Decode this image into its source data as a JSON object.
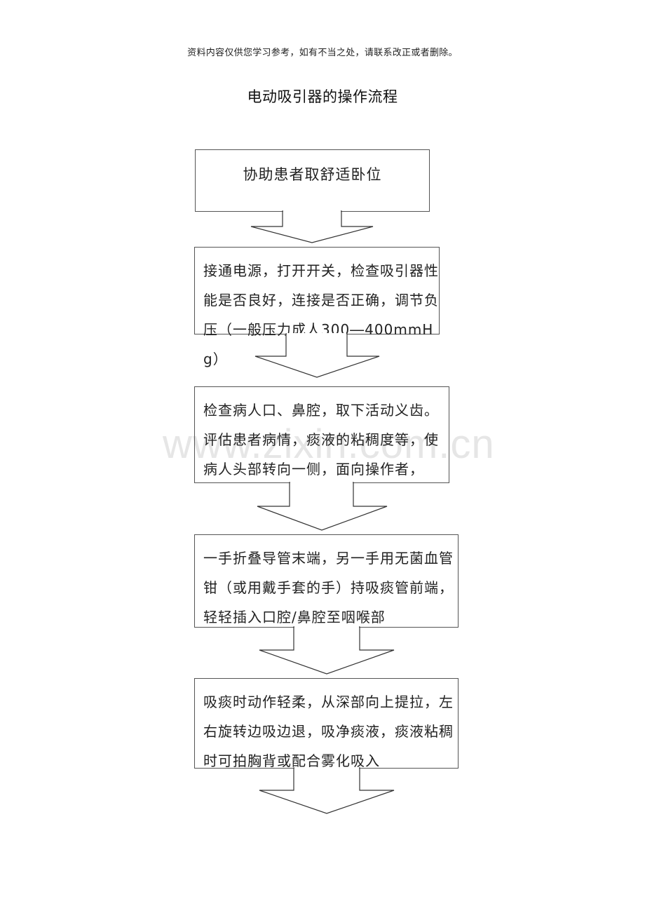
{
  "header": {
    "notice": "资料内容仅供您学习参考，如有不当之处，请联系改正或者删除。",
    "title": "电动吸引器的操作流程"
  },
  "watermark": "www.zixin.com.cn",
  "flow": {
    "steps": [
      {
        "text": "协助患者取舒适卧位"
      },
      {
        "text": "接通电源，打开开关，检查吸引器性能是否良好，连接是否正确，调节负压（一般压力成人300―400mmHg）"
      },
      {
        "text": "检查病人口、鼻腔，取下活动义齿。评估患者病情，痰液的粘稠度等，使病人头部转向一侧，面向操作者，"
      },
      {
        "text": "一手折叠导管末端，另一手用无菌血管钳（或用戴手套的手）持吸痰管前端，轻轻插入口腔/鼻腔至咽喉部"
      },
      {
        "text": "吸痰时动作轻柔，从深部向上提拉，左右旋转边吸边退，吸净痰液，痰液粘稠时可拍胸背或配合雾化吸入"
      }
    ],
    "arrow_icon": "down-block-arrow-icon"
  },
  "colors": {
    "border": "#555555",
    "text": "#222222",
    "watermark": "#e6e6e6"
  }
}
